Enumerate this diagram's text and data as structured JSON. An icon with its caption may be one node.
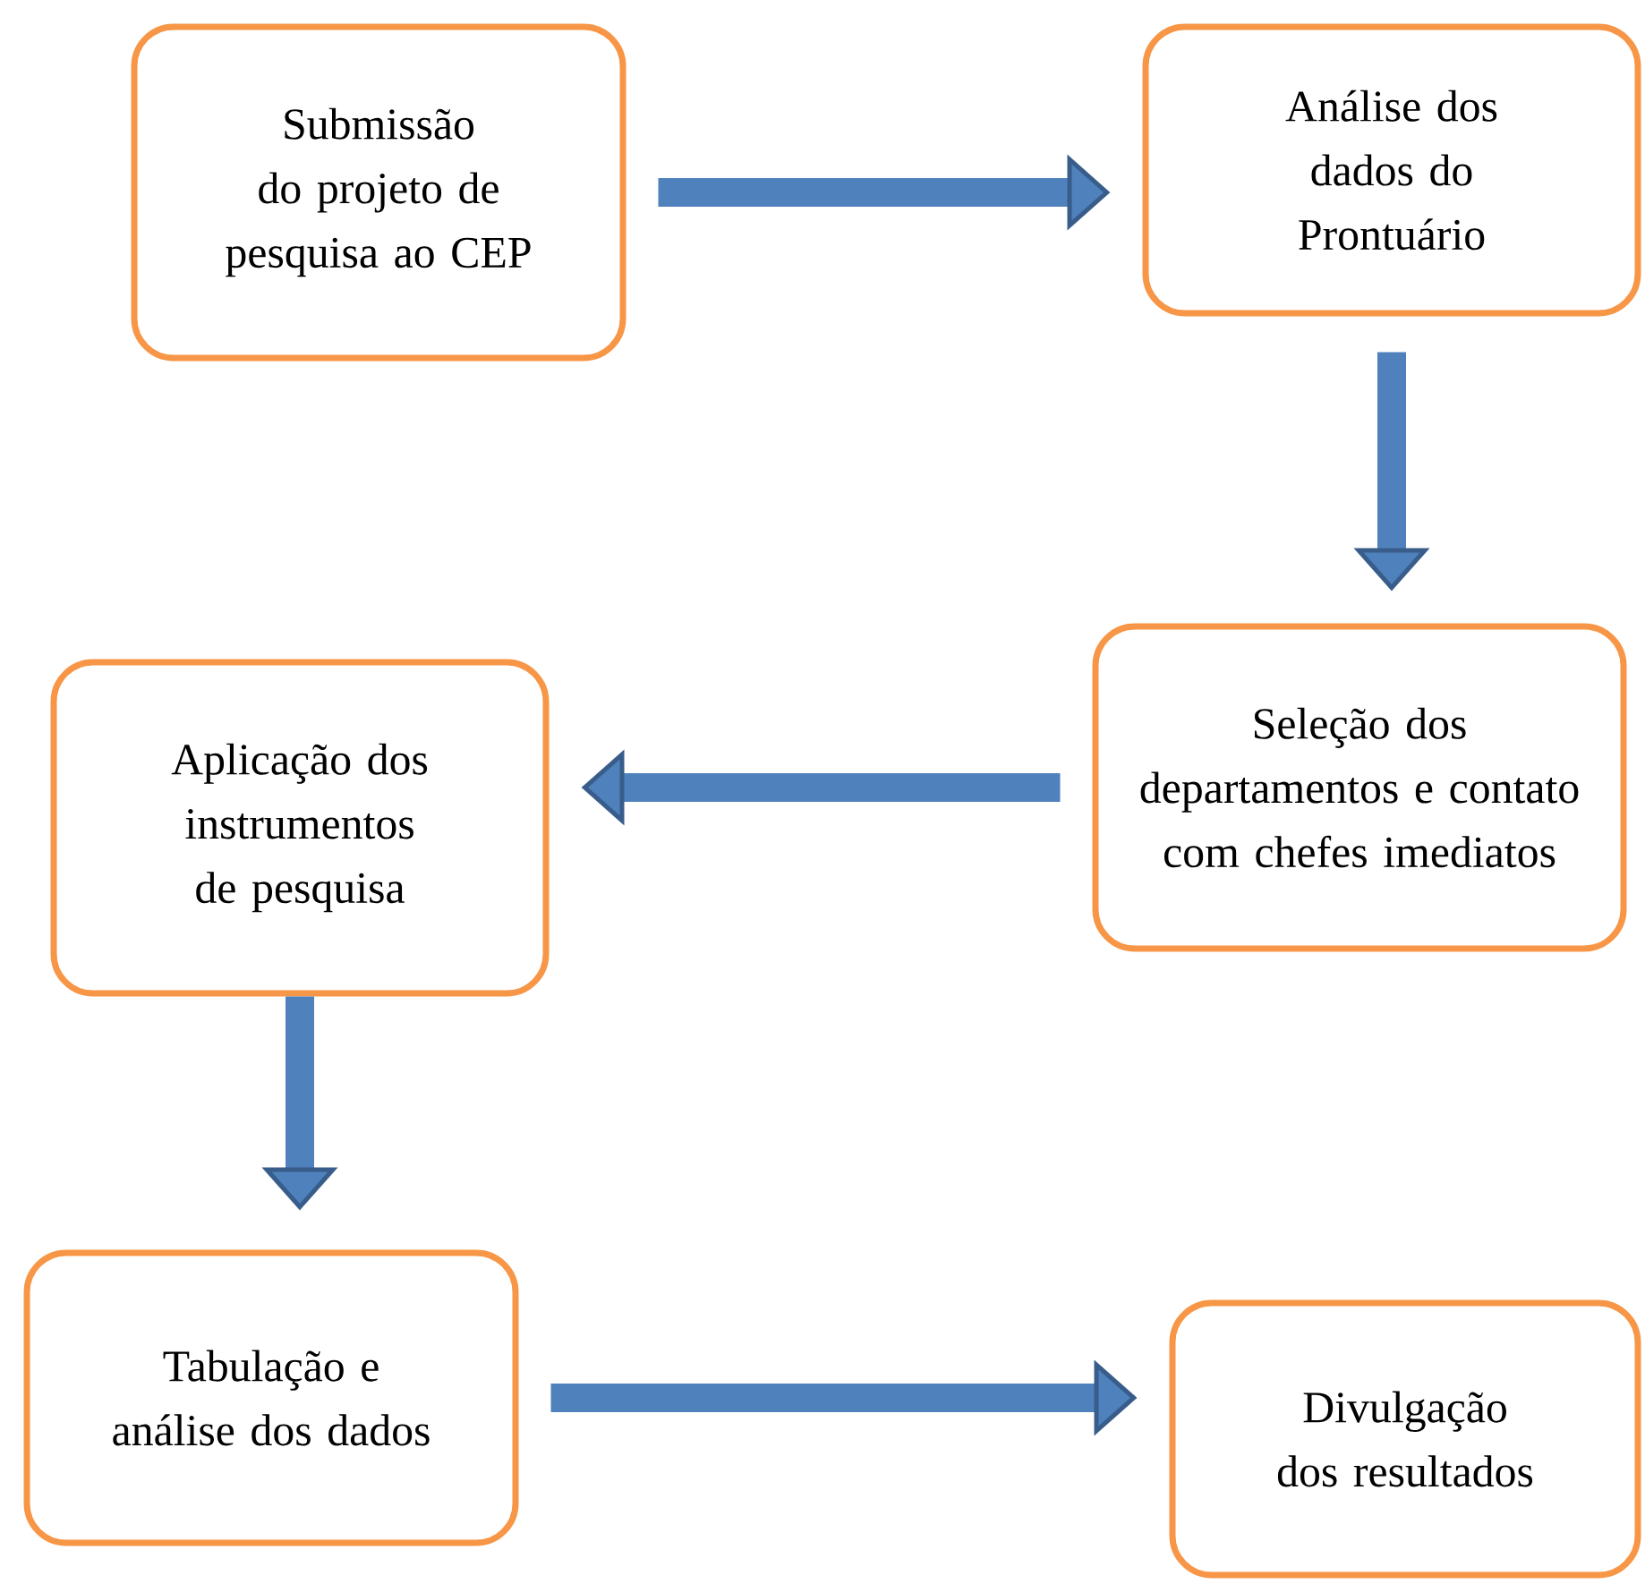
{
  "diagram": {
    "nodes": [
      {
        "text": [
          "Submissão do projeto de pesquisa ao CEP"
        ]
      },
      {
        "text": [
          "Análise dos dados do Prontuário"
        ]
      },
      {
        "text": [
          "Seleção dos departamentos e contato com chefes imediatos"
        ]
      },
      {
        "text": [
          "Aplicação dos instrumentos de pesquisa"
        ]
      },
      {
        "text": [
          "Tabulação e análise dos dados"
        ]
      },
      {
        "text": [
          "Divulgação dos resultados"
        ]
      }
    ],
    "edges": [
      {
        "from": 0,
        "to": 1,
        "arrow": "to"
      },
      {
        "from": 1,
        "to": 2,
        "arrow": "to"
      },
      {
        "from": 2,
        "to": 3,
        "arrow": "to"
      },
      {
        "from": 3,
        "to": 4,
        "arrow": "to"
      },
      {
        "from": 4,
        "to": 5,
        "arrow": "to"
      }
    ]
  }
}
